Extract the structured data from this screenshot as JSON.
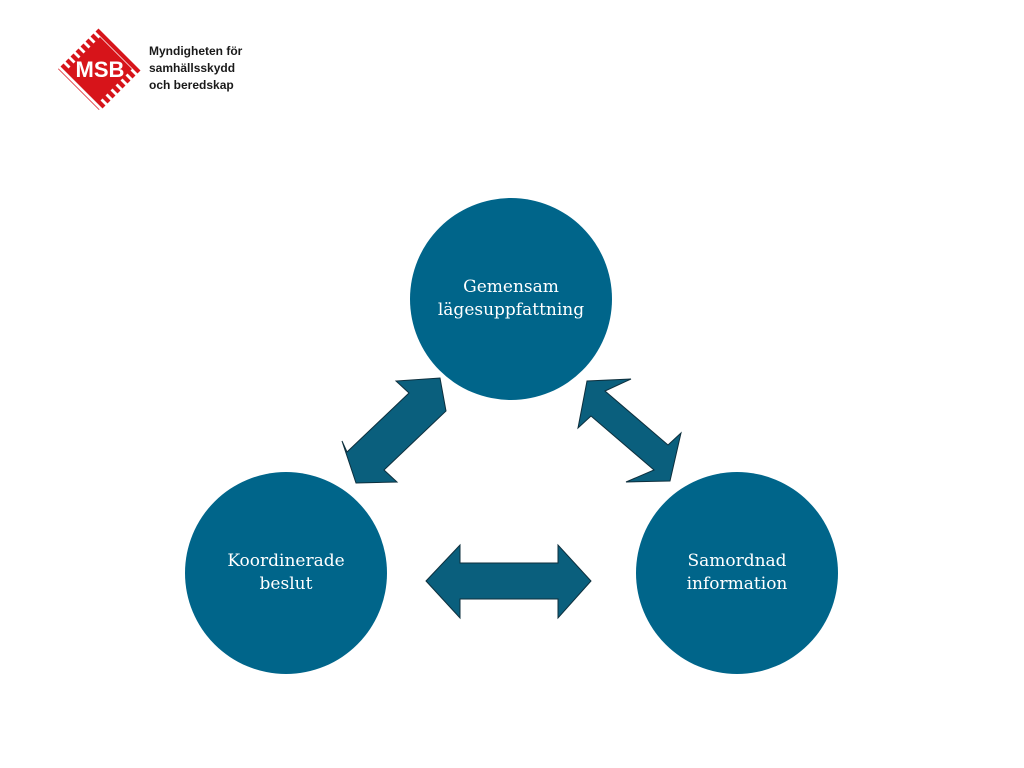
{
  "logo": {
    "mark_text": "MSB",
    "lines": [
      "Myndigheten för",
      "samhällsskydd",
      "och beredskap"
    ],
    "mark_color": "#d7141a",
    "text_color": "#1a1a1a"
  },
  "diagram": {
    "node_color": "#00658a",
    "nodes": {
      "top": {
        "lines": [
          "Gemensam",
          "lägesuppfattning"
        ]
      },
      "left": {
        "lines": [
          "Koordinerade",
          "beslut"
        ]
      },
      "right": {
        "lines": [
          "Samordnad",
          "information"
        ]
      }
    },
    "arrows": [
      {
        "from": "left",
        "to": "top",
        "type": "double-headed"
      },
      {
        "from": "top",
        "to": "right",
        "type": "double-headed"
      },
      {
        "from": "left",
        "to": "right",
        "type": "double-headed"
      }
    ]
  }
}
